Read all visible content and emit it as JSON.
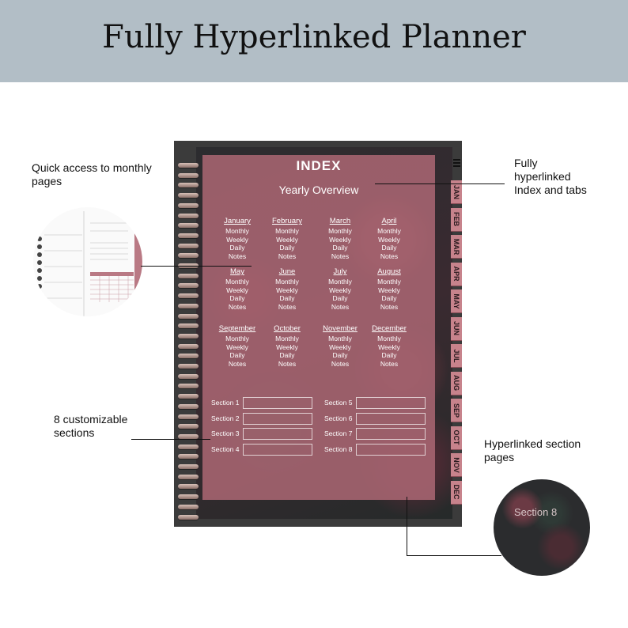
{
  "header": {
    "title": "Fully Hyperlinked Planner"
  },
  "callouts": {
    "monthly": "Quick access to monthly pages",
    "index": "Fully hyperlinked Index and tabs",
    "sections": "8 customizable sections",
    "section_pages": "Hyperlinked section pages"
  },
  "planner": {
    "index_title": "INDEX",
    "yearly_title": "Yearly Overview",
    "months": [
      {
        "name": "January",
        "subs": [
          "Monthly",
          "Weekly",
          "Daily",
          "Notes"
        ]
      },
      {
        "name": "February",
        "subs": [
          "Monthly",
          "Weekly",
          "Daily",
          "Notes"
        ]
      },
      {
        "name": "March",
        "subs": [
          "Monthly",
          "Weekly",
          "Daily",
          "Notes"
        ]
      },
      {
        "name": "April",
        "subs": [
          "Monthly",
          "Weekly",
          "Daily",
          "Notes"
        ]
      },
      {
        "name": "May",
        "subs": [
          "Monthly",
          "Weekly",
          "Daily",
          "Notes"
        ]
      },
      {
        "name": "June",
        "subs": [
          "Monthly",
          "Weekly",
          "Daily",
          "Notes"
        ]
      },
      {
        "name": "July",
        "subs": [
          "Monthly",
          "Weekly",
          "Daily",
          "Notes"
        ]
      },
      {
        "name": "August",
        "subs": [
          "Monthly",
          "Weekly",
          "Daily",
          "Notes"
        ]
      },
      {
        "name": "September",
        "subs": [
          "Monthly",
          "Weekly",
          "Daily",
          "Notes"
        ]
      },
      {
        "name": "October",
        "subs": [
          "Monthly",
          "Weekly",
          "Daily",
          "Notes"
        ]
      },
      {
        "name": "November",
        "subs": [
          "Monthly",
          "Weekly",
          "Daily",
          "Notes"
        ]
      },
      {
        "name": "December",
        "subs": [
          "Monthly",
          "Weekly",
          "Daily",
          "Notes"
        ]
      }
    ],
    "sections": [
      "Section 1",
      "Section 2",
      "Section 3",
      "Section 4",
      "Section 5",
      "Section 6",
      "Section 7",
      "Section 8"
    ],
    "tabs": [
      "JAN",
      "FEB",
      "MAR",
      "APR",
      "MAY",
      "JUN",
      "JUL",
      "AUG",
      "SEP",
      "OCT",
      "NOV",
      "DEC"
    ]
  },
  "zoom_right_label": "Section 8",
  "colors": {
    "banner": "#b2bec6",
    "panel": "#a86572",
    "tab": "#c7838c",
    "cover": "#3b3b3b"
  }
}
